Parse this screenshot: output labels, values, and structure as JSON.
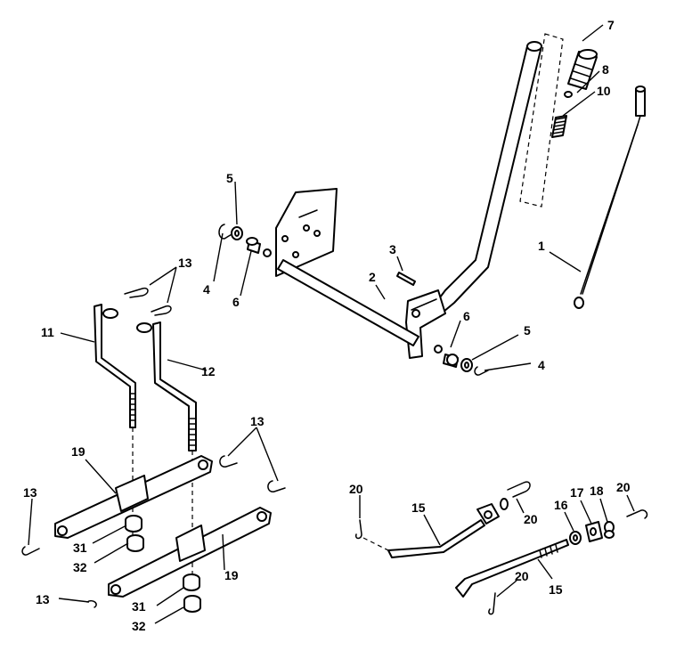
{
  "callouts": {
    "c1": "1",
    "c2": "2",
    "c3": "3",
    "c4a": "4",
    "c4b": "4",
    "c5a": "5",
    "c5b": "5",
    "c6a": "6",
    "c6b": "6",
    "c7": "7",
    "c8": "8",
    "c10": "10",
    "c11": "11",
    "c12": "12",
    "c13a": "13",
    "c13b": "13",
    "c13c": "13",
    "c13d": "13",
    "c15a": "15",
    "c15b": "15",
    "c16": "16",
    "c17": "17",
    "c18": "18",
    "c19a": "19",
    "c19b": "19",
    "c20a": "20",
    "c20b": "20",
    "c20c": "20",
    "c20d": "20",
    "c31a": "31",
    "c31b": "31",
    "c32a": "32",
    "c32b": "32"
  }
}
